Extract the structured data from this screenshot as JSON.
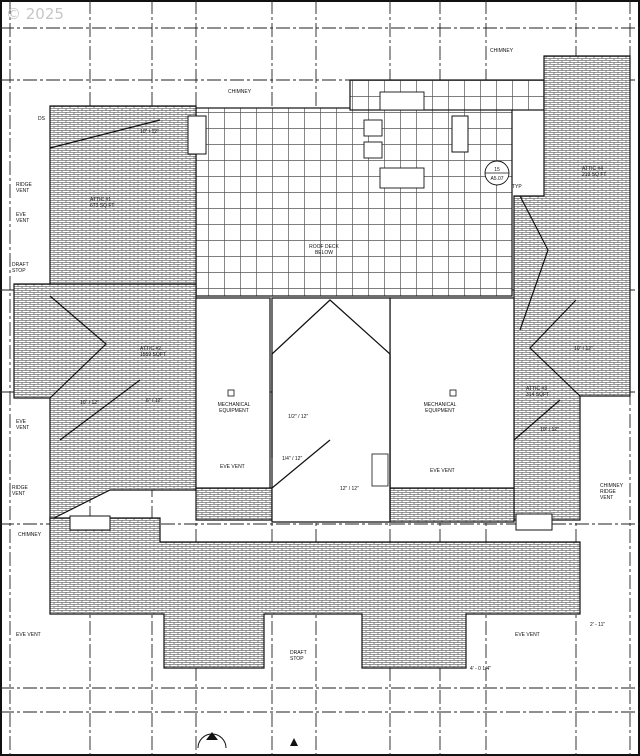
{
  "watermark": "© 2025",
  "labels": {
    "chimney_top_right": "CHIMNEY",
    "chimney_top_left": "CHIMNEY",
    "chimney_left": "CHIMNEY",
    "chimney_ridge_vent_right": "CHIMNEY\nRIDGE\nVENT",
    "ridge_vent_top_left": "RIDGE\nVENT",
    "eve_vent_top_left": "EVE\nVENT",
    "draft_stop_left": "DRAFT\nSTOP",
    "eve_vent_mid_left": "EVE\nVENT",
    "ridge_vent_left": "RIDGE\nVENT",
    "eve_vent_bottom_left": "EVE VENT",
    "eve_vent_bottom_right": "EVE VENT",
    "eve_vent_center_left": "EVE VENT",
    "eve_vent_center_right": "EVE VENT",
    "draft_stop_bottom": "DRAFT\nSTOP",
    "roof_deck": "ROOF DECK\nBELOW",
    "mech_left": "MECHANICAL\nEQUIPMENT",
    "mech_right": "MECHANICAL\nEQUIPMENT",
    "attic_1": "ATTIC #1\n673 SQ FT",
    "attic_2": "ATTIC #2\n1559 SQFT",
    "attic_3": "ATTIC #3\n314 SQFT",
    "attic_4": "ATTIC #4\n219 SQ FT",
    "typ": "TYP",
    "section_tag": "15\nA5.07",
    "ds": "DS"
  },
  "slopes": {
    "s10_12_a": "10\" / 12\"",
    "s10_12_b": "10\" / 12\"",
    "s6_12": "6\" / 12\"",
    "s10_12_c": "10\" / 12\"",
    "s1_2_12": "1/2\" / 12\"",
    "s1_4_12": "1/4\" / 12\"",
    "s12_12": "12\" / 12\"",
    "s10_12_right": "10\" / 12\""
  },
  "dimensions": {
    "d2_11": "2' - 11\"",
    "d_vert": "4' - 0 1/4\""
  }
}
